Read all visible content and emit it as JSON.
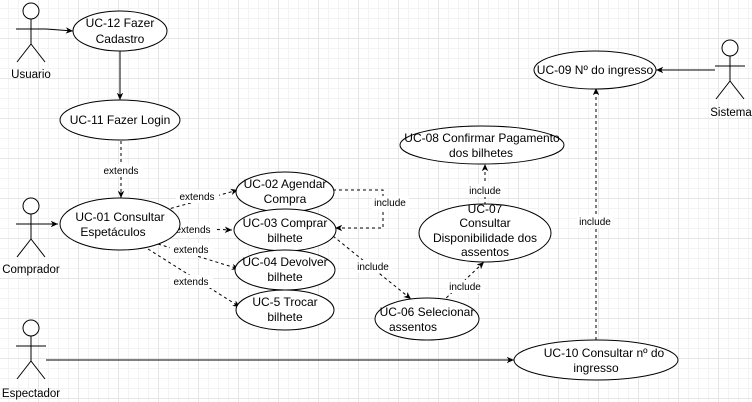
{
  "actors": [
    {
      "id": "usuario",
      "label": "Usuario"
    },
    {
      "id": "comprador",
      "label": "Comprador"
    },
    {
      "id": "espectador",
      "label": "Espectador"
    },
    {
      "id": "sistema",
      "label": "Sistema"
    }
  ],
  "use_cases": [
    {
      "id": "uc12",
      "lines": [
        "UC-12 Fazer",
        "Cadastro"
      ]
    },
    {
      "id": "uc11",
      "lines": [
        "UC-11 Fazer Login"
      ]
    },
    {
      "id": "uc01",
      "lines": [
        "UC-01 Consultar",
        "Espetáculos"
      ]
    },
    {
      "id": "uc02",
      "lines": [
        "UC-02 Agendar",
        "Compra"
      ]
    },
    {
      "id": "uc03",
      "lines": [
        "UC-03 Comprar",
        "bilhete"
      ]
    },
    {
      "id": "uc04",
      "lines": [
        "UC-04 Devolver",
        "bilhete"
      ]
    },
    {
      "id": "uc05",
      "lines": [
        "UC-5 Trocar",
        "bilhete"
      ]
    },
    {
      "id": "uc06",
      "lines": [
        "UC-06 Selecionar",
        "assentos"
      ]
    },
    {
      "id": "uc07",
      "lines": [
        "UC-07",
        "Consultar",
        "Disponibilidade dos",
        "assentos"
      ]
    },
    {
      "id": "uc08",
      "lines": [
        "UC-08 Confirmar Pagamento",
        "dos bilhetes"
      ]
    },
    {
      "id": "uc09",
      "lines": [
        "UC-09 Nº do ingresso"
      ]
    },
    {
      "id": "uc10",
      "lines": [
        "UC-10 Consultar nº do",
        "ingresso"
      ]
    }
  ],
  "relations": [
    {
      "id": "r-usuario-uc12",
      "kind": "association"
    },
    {
      "id": "r-uc12-uc11",
      "kind": "association"
    },
    {
      "id": "r-sistema-uc09",
      "kind": "association"
    },
    {
      "id": "r-comprador-uc01",
      "kind": "association"
    },
    {
      "id": "r-espectador-uc10",
      "kind": "association"
    },
    {
      "id": "r-uc11-uc01",
      "kind": "dependency",
      "label": "extends"
    },
    {
      "id": "r-uc01-uc02",
      "kind": "dependency",
      "label": "extends"
    },
    {
      "id": "r-uc01-uc03",
      "kind": "dependency",
      "label": "extends"
    },
    {
      "id": "r-uc01-uc04",
      "kind": "dependency",
      "label": "extends"
    },
    {
      "id": "r-uc01-uc05",
      "kind": "dependency",
      "label": "extends"
    },
    {
      "id": "r-uc02-uc03",
      "kind": "dependency",
      "label": "include"
    },
    {
      "id": "r-uc03-uc06",
      "kind": "dependency",
      "label": "include"
    },
    {
      "id": "r-uc06-uc07",
      "kind": "dependency",
      "label": "include"
    },
    {
      "id": "r-uc07-uc08",
      "kind": "dependency",
      "label": "include"
    },
    {
      "id": "r-uc10-uc09",
      "kind": "dependency",
      "label": "include"
    }
  ]
}
